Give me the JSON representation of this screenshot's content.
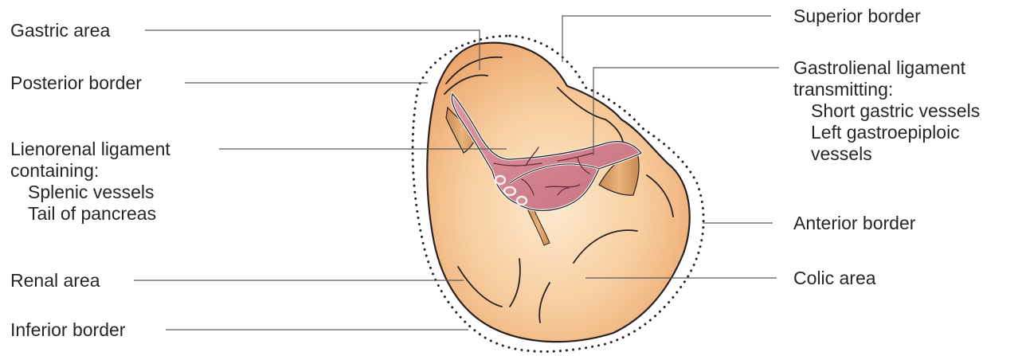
{
  "labels": {
    "gastric_area": "Gastric area",
    "posterior_border": "Posterior border",
    "lienorenal_line1": "Lienorenal ligament",
    "lienorenal_line2": "containing:",
    "lienorenal_line3": "Splenic vessels",
    "lienorenal_line4": "Tail of pancreas",
    "renal_area": "Renal area",
    "inferior_border": "Inferior border",
    "superior_border": "Superior border",
    "gastrolienal_line1": "Gastrolienal ligament",
    "gastrolienal_line2": "transmitting:",
    "gastrolienal_line3": "Short gastric vessels",
    "gastrolienal_line4": "Left gastroepiploic",
    "gastrolienal_line5": "vessels",
    "anterior_border": "Anterior border",
    "colic_area": "Colic area"
  },
  "colors": {
    "spleen_fill_light": "#fbe3c4",
    "spleen_fill_dark": "#efb27c",
    "outline": "#2a2220",
    "ligament_pink": "#d68591",
    "ligament_pink_dark": "#b4586b",
    "ligament_tan": "#c98e57",
    "leader_line": "#5a5a5a",
    "text": "#262626"
  }
}
